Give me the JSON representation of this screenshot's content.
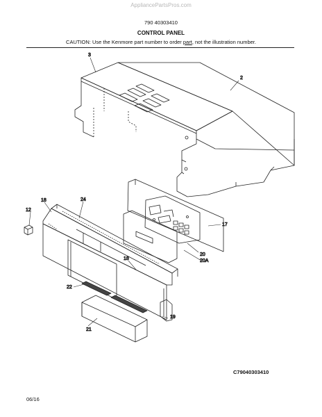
{
  "header": {
    "watermark": "AppliancePartsPros.com",
    "model_number": "790 40303410",
    "title": "CONTROL PANEL",
    "caution_pre": "CAUTION: Use the Kenmore part number to order ",
    "caution_link": "part",
    "caution_post": ", not the illustration number."
  },
  "parts": {
    "p2": "2",
    "p3": "3",
    "p12": "12",
    "p17": "17",
    "p18a": "18",
    "p18b": "18",
    "p19": "19",
    "p20": "20",
    "p20a": "20A",
    "p21": "21",
    "p22": "22",
    "p24": "24"
  },
  "footer": {
    "diagram_code": "C79040303410",
    "date": "06/16"
  }
}
